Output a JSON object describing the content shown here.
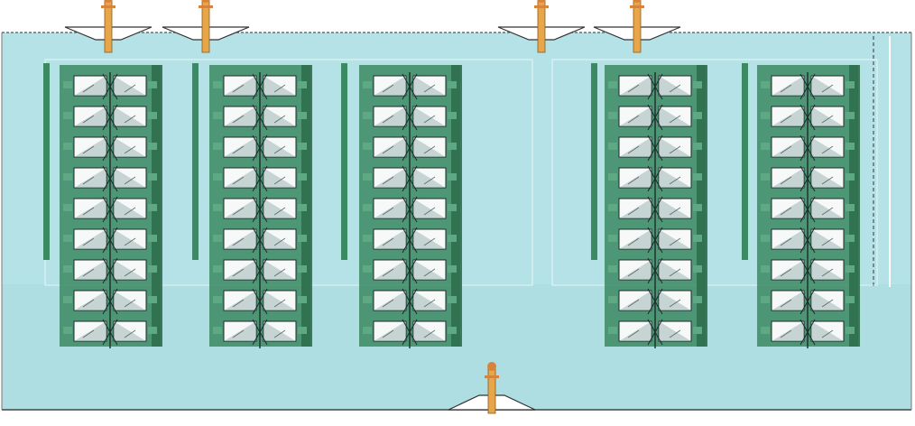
{
  "diagram": {
    "colors": {
      "water": "#b5e2e6",
      "water_shade": "#a8dadf",
      "wall": "#3c8a62",
      "wall_light": "#5ea884",
      "nozzle_shaft": "#e8a64a",
      "nozzle_head": "#d9833a",
      "unit_face": "#f7f9f9",
      "unit_shadow": "#9fb6b5",
      "outline": "#1d2a2a"
    },
    "tank": {
      "top_nozzle_count": 4,
      "bottom_nozzle_count": 1
    },
    "stacks": [
      {
        "units": 9
      },
      {
        "units": 9
      },
      {
        "units": 9
      },
      {
        "units": 9
      },
      {
        "units": 9
      }
    ]
  }
}
